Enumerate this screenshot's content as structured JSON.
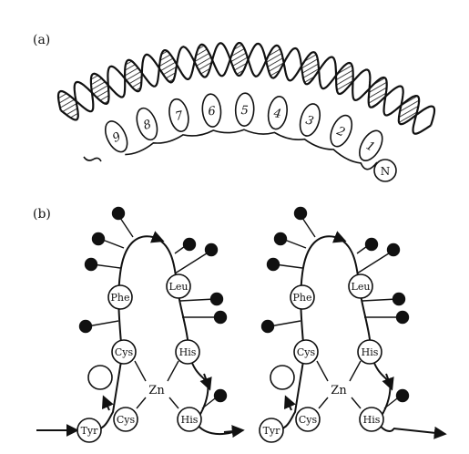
{
  "panel_a": {
    "label": "(a)",
    "fingers": [
      "9",
      "8",
      "7",
      "6",
      "5",
      "4",
      "3",
      "2",
      "1"
    ],
    "terminus": "N"
  },
  "panel_b": {
    "label": "(b)",
    "motifs": [
      {
        "zn": "Zn",
        "residues": {
          "phe": "Phe",
          "leu": "Leu",
          "cys_upper": "Cys",
          "his_upper": "His",
          "tyr": "Tyr",
          "cys_lower": "Cys",
          "his_lower": "His"
        }
      },
      {
        "zn": "Zn",
        "residues": {
          "phe": "Phe",
          "leu": "Leu",
          "cys_upper": "Cys",
          "his_upper": "His",
          "tyr": "Tyr",
          "cys_lower": "Cys",
          "his_lower": "His"
        }
      }
    ]
  },
  "colors": {
    "ink": "#111111",
    "paper": "#ffffff"
  }
}
